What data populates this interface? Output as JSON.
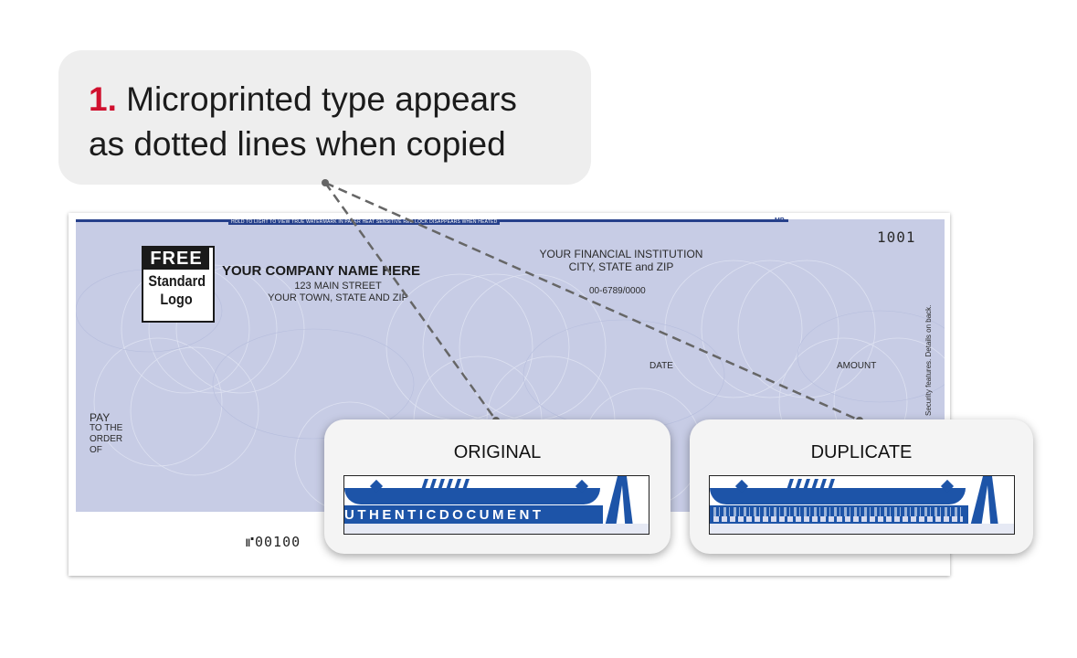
{
  "callout": {
    "number": "1.",
    "line1": "Microprinted type appears",
    "line2": "as dotted lines when copied"
  },
  "check": {
    "number": "1001",
    "microprint_line": "HOLD TO LIGHT TO VIEW TRUE WATERMARK IN PAPER   HEAT SENSITIVE RED LOCK DISAPPEARS WHEN HEATED",
    "mp_mark": "MP",
    "logo": {
      "free": "FREE",
      "line1": "Standard",
      "line2": "Logo"
    },
    "company": {
      "name": "YOUR COMPANY NAME HERE",
      "street": "123 MAIN STREET",
      "city": "YOUR TOWN, STATE AND ZIP"
    },
    "bank": {
      "name": "YOUR FINANCIAL INSTITUTION",
      "city": "CITY, STATE and ZIP",
      "routing_fraction": "00-6789/0000"
    },
    "date_label": "DATE",
    "amount_label": "AMOUNT",
    "pay_label": "PAY",
    "to_the_order_of": [
      "TO THE",
      "ORDER",
      "OF"
    ],
    "security_note": "Security features. Details on back.",
    "micr": "⑈00100"
  },
  "panels": {
    "original": {
      "title": "ORIGINAL",
      "sample_text": "UTHENTICDOCUMENT"
    },
    "duplicate": {
      "title": "DUPLICATE"
    }
  },
  "colors": {
    "accent_red": "#d0102e",
    "check_blue": "#c7cce5",
    "print_blue": "#1d54a8",
    "panel_bg": "#f4f4f4"
  }
}
